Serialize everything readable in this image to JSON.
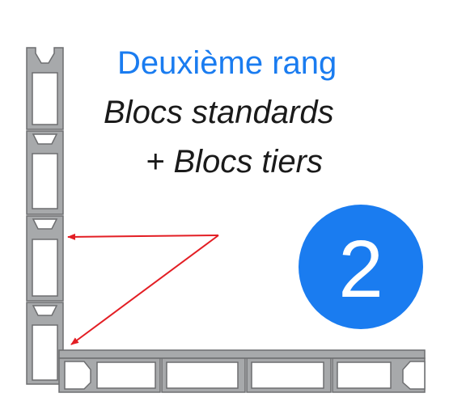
{
  "heading": {
    "title": "Deuxième rang",
    "line1": "Blocs standards",
    "line2": "+ Blocs tiers"
  },
  "badge": {
    "number": "2"
  },
  "colors": {
    "title": "#1a7cf0",
    "badge": "#1a7cf0",
    "arrow": "#e31e24",
    "block_fill": "#a7a9ab",
    "block_edge": "#6d6e70"
  }
}
